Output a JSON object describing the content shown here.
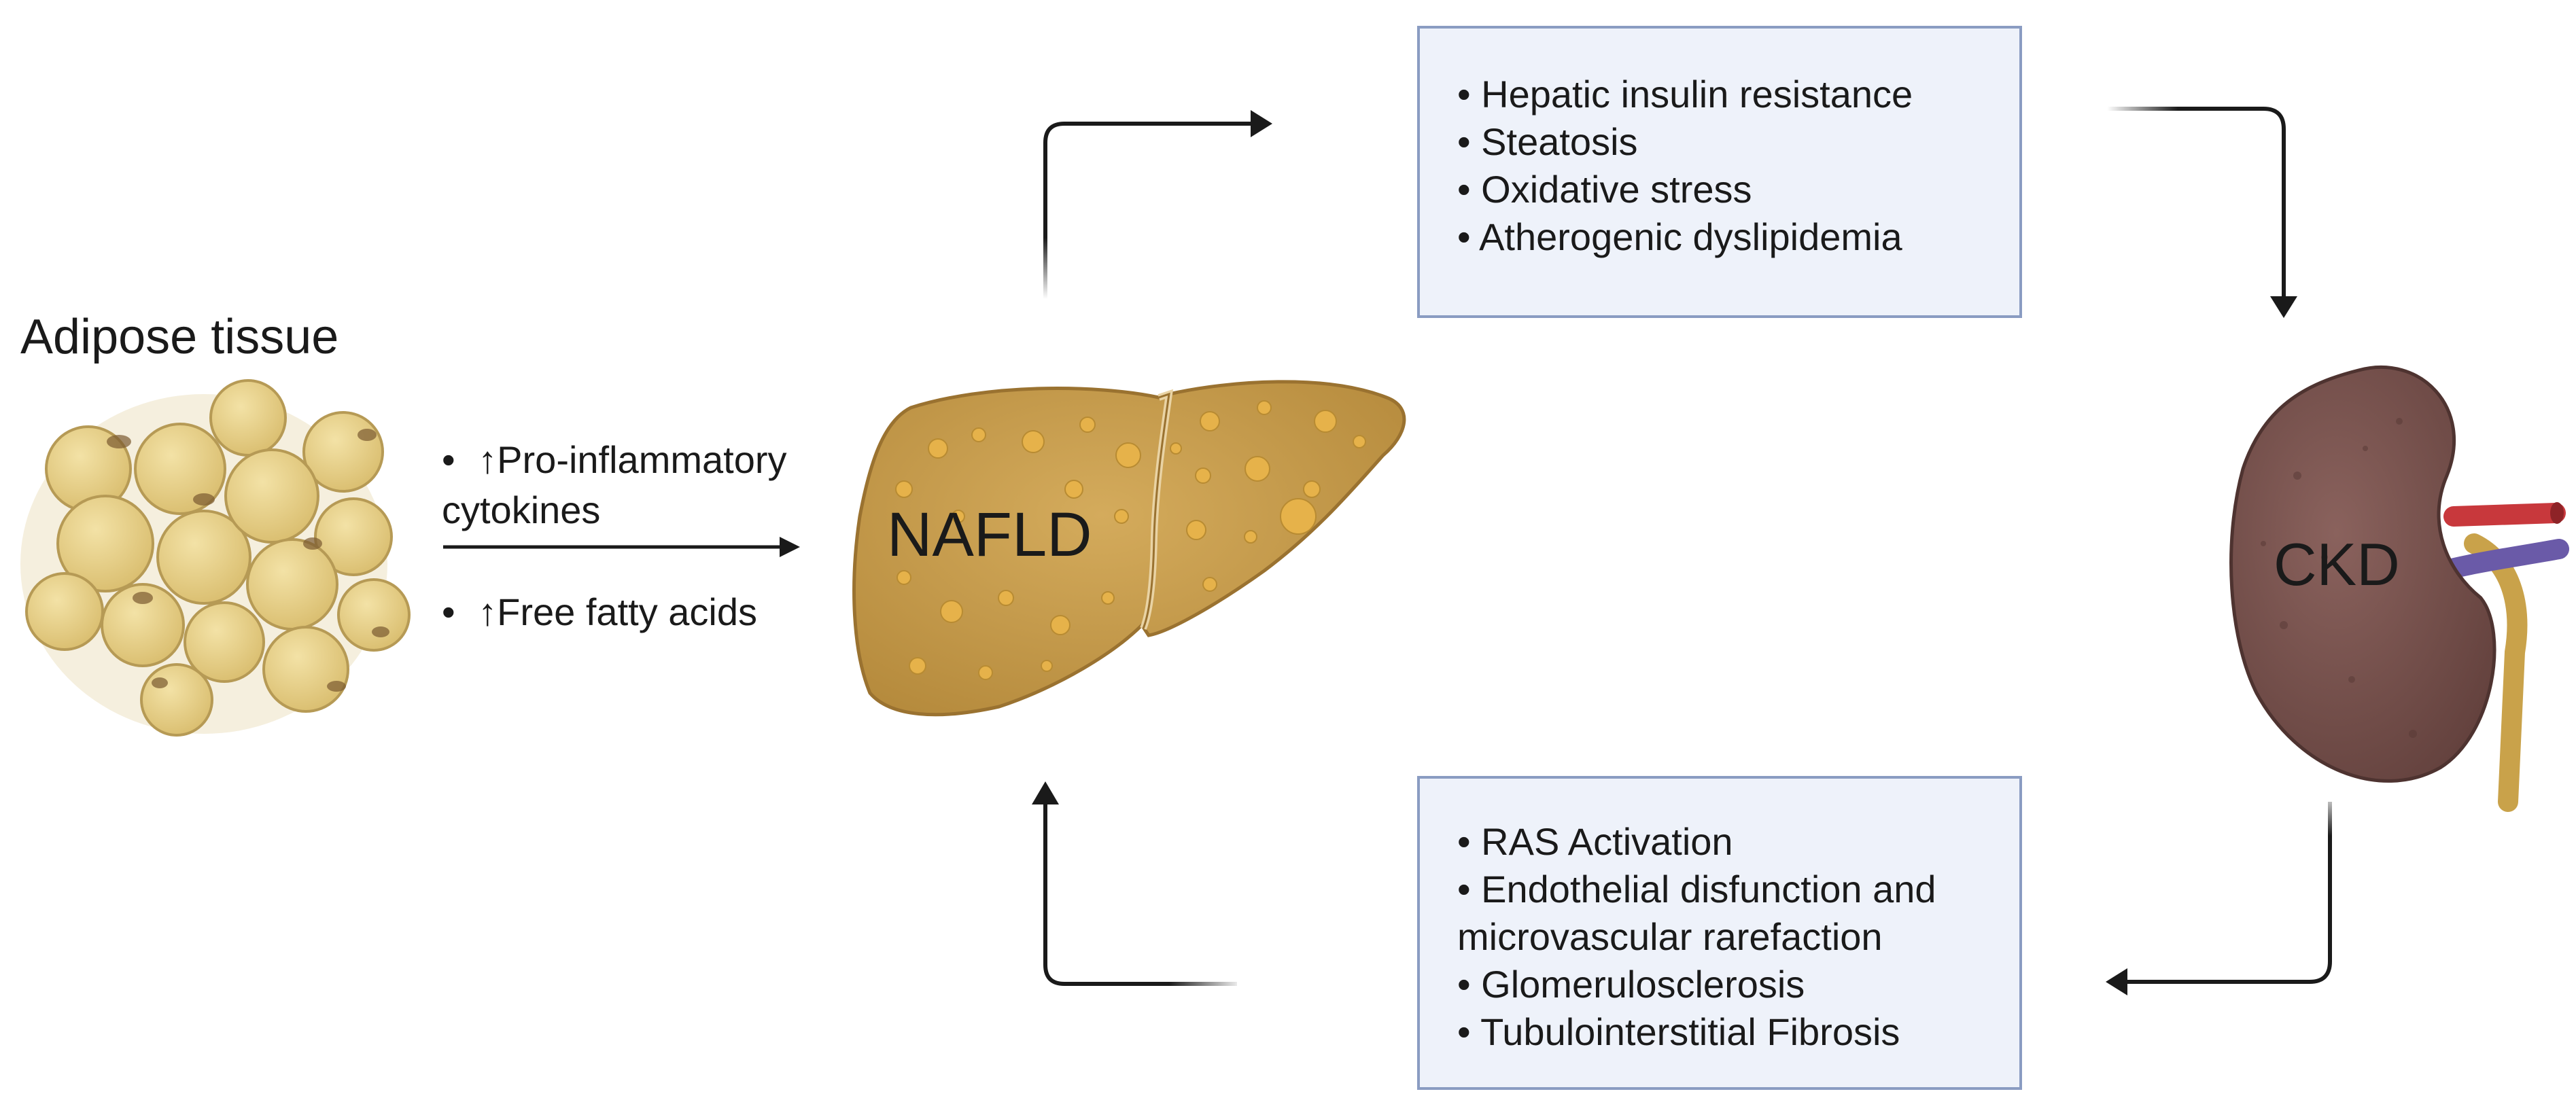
{
  "adipose": {
    "title": "Adipose tissue",
    "items": [
      {
        "bullet": "•",
        "arrow": "↑",
        "text": "Pro-inflammatory",
        "continuation": "cytokines"
      },
      {
        "bullet": "•",
        "arrow": "↑",
        "text": "Free fatty acids"
      }
    ]
  },
  "nafld": {
    "label": "NAFLD"
  },
  "ckd": {
    "label": "CKD"
  },
  "top_box": {
    "items": [
      "• Hepatic insulin resistance",
      "• Steatosis",
      "• Oxidative stress",
      "• Atherogenic dyslipidemia"
    ]
  },
  "bottom_box": {
    "items": [
      "• RAS Activation",
      "• Endothelial disfunction and",
      "microvascular rarefaction",
      "• Glomerulosclerosis",
      "• Tubulointerstitial Fibrosis"
    ]
  },
  "colors": {
    "fat_cell": "#e8d08a",
    "liver": "#c9a050",
    "kidney": "#7a5450",
    "artery": "#c8383c",
    "vein": "#6a5aa8",
    "ureter": "#c9a24a",
    "box_fill": "#eef2fa",
    "box_border": "#8a9cc2"
  },
  "icons": [
    "adipose-tissue-illustration",
    "liver-illustration",
    "kidney-illustration"
  ]
}
